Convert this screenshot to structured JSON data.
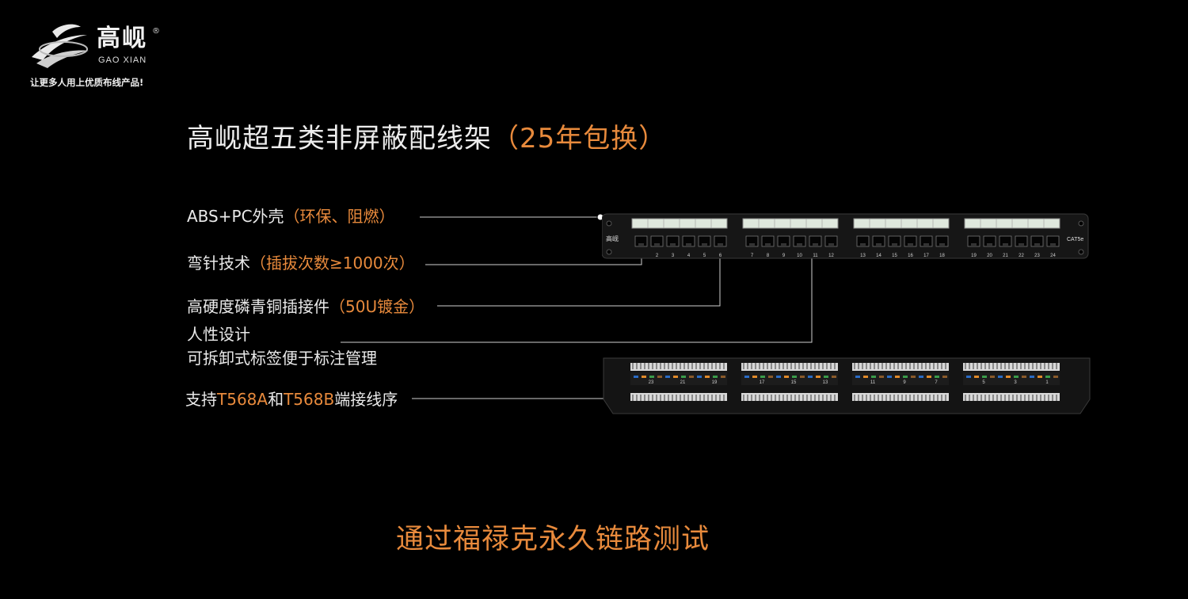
{
  "brand": {
    "name_cn": "高岘",
    "registered": "®",
    "name_en": "GAO XIAN",
    "slogan": "让更多人用上优质布线产品!"
  },
  "title": {
    "main": "高岘超五类非屏蔽配线架",
    "suffix": "（25年包换）"
  },
  "features": [
    {
      "text": "ABS+PC外壳",
      "highlight": "（环保、阻燃）"
    },
    {
      "text": "弯针技术",
      "highlight": "（插拔次数≥1000次）"
    },
    {
      "text": "高硬度磷青铜插接件",
      "highlight": "（50U镀金）"
    },
    {
      "line1": "人性设计",
      "line2": "可拆卸式标签便于标注管理"
    },
    {
      "pre": "支持",
      "a": "T568A",
      "mid": "和",
      "b": "T568B",
      "post": "端接线序"
    }
  ],
  "front_panel": {
    "brand": "高岘",
    "model": "CAT5e",
    "port_numbers": [
      "2",
      "3",
      "4",
      "5",
      "6",
      "7",
      "8",
      "9",
      "10",
      "11",
      "12",
      "13",
      "14",
      "15",
      "16",
      "17",
      "18",
      "19",
      "20",
      "21",
      "22",
      "23",
      "24"
    ]
  },
  "rear_panel": {
    "labels": [
      "23",
      "21",
      "19",
      "17",
      "15",
      "13",
      "11",
      "9",
      "7",
      "5",
      "3",
      "1"
    ]
  },
  "footer": "通过福禄克永久链路测试",
  "colors": {
    "accent": "#e88a3c",
    "text": "#eaeaea",
    "background": "#000000"
  }
}
